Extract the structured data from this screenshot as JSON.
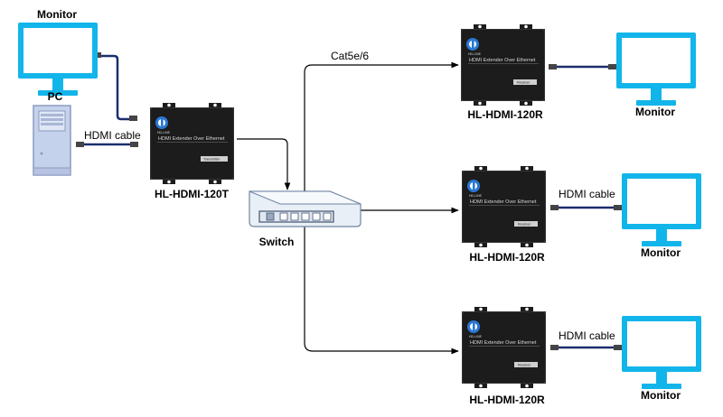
{
  "labels": {
    "monitor_top_left": "Monitor",
    "pc": "PC",
    "hdmi_cable_left": "HDMI cable",
    "transmitter_model": "HL-HDMI-120T",
    "switch": "Switch",
    "cat_cable": "Cat5e/6",
    "receiver1_model": "HL-HDMI-120R",
    "receiver2_model": "HL-HDMI-120R",
    "receiver3_model": "HL-HDMI-120R",
    "monitor_r1": "Monitor",
    "monitor_r2": "Monitor",
    "monitor_r3": "Monitor",
    "hdmi_cable_r2": "HDMI cable",
    "hdmi_cable_r3": "HDMI cable"
  },
  "device_text": {
    "front_label": "HDMI Extender Over Ethernet",
    "tx_badge": "Transmitter",
    "rx_badge": "Receiver",
    "brand": "HD-LINE"
  },
  "colors": {
    "monitor": "#12b5ea",
    "pc_case": "#c5d2ec",
    "device": "#1c1c1c",
    "hdmi_cable": "#1a2e6e",
    "network_line": "#000000"
  }
}
